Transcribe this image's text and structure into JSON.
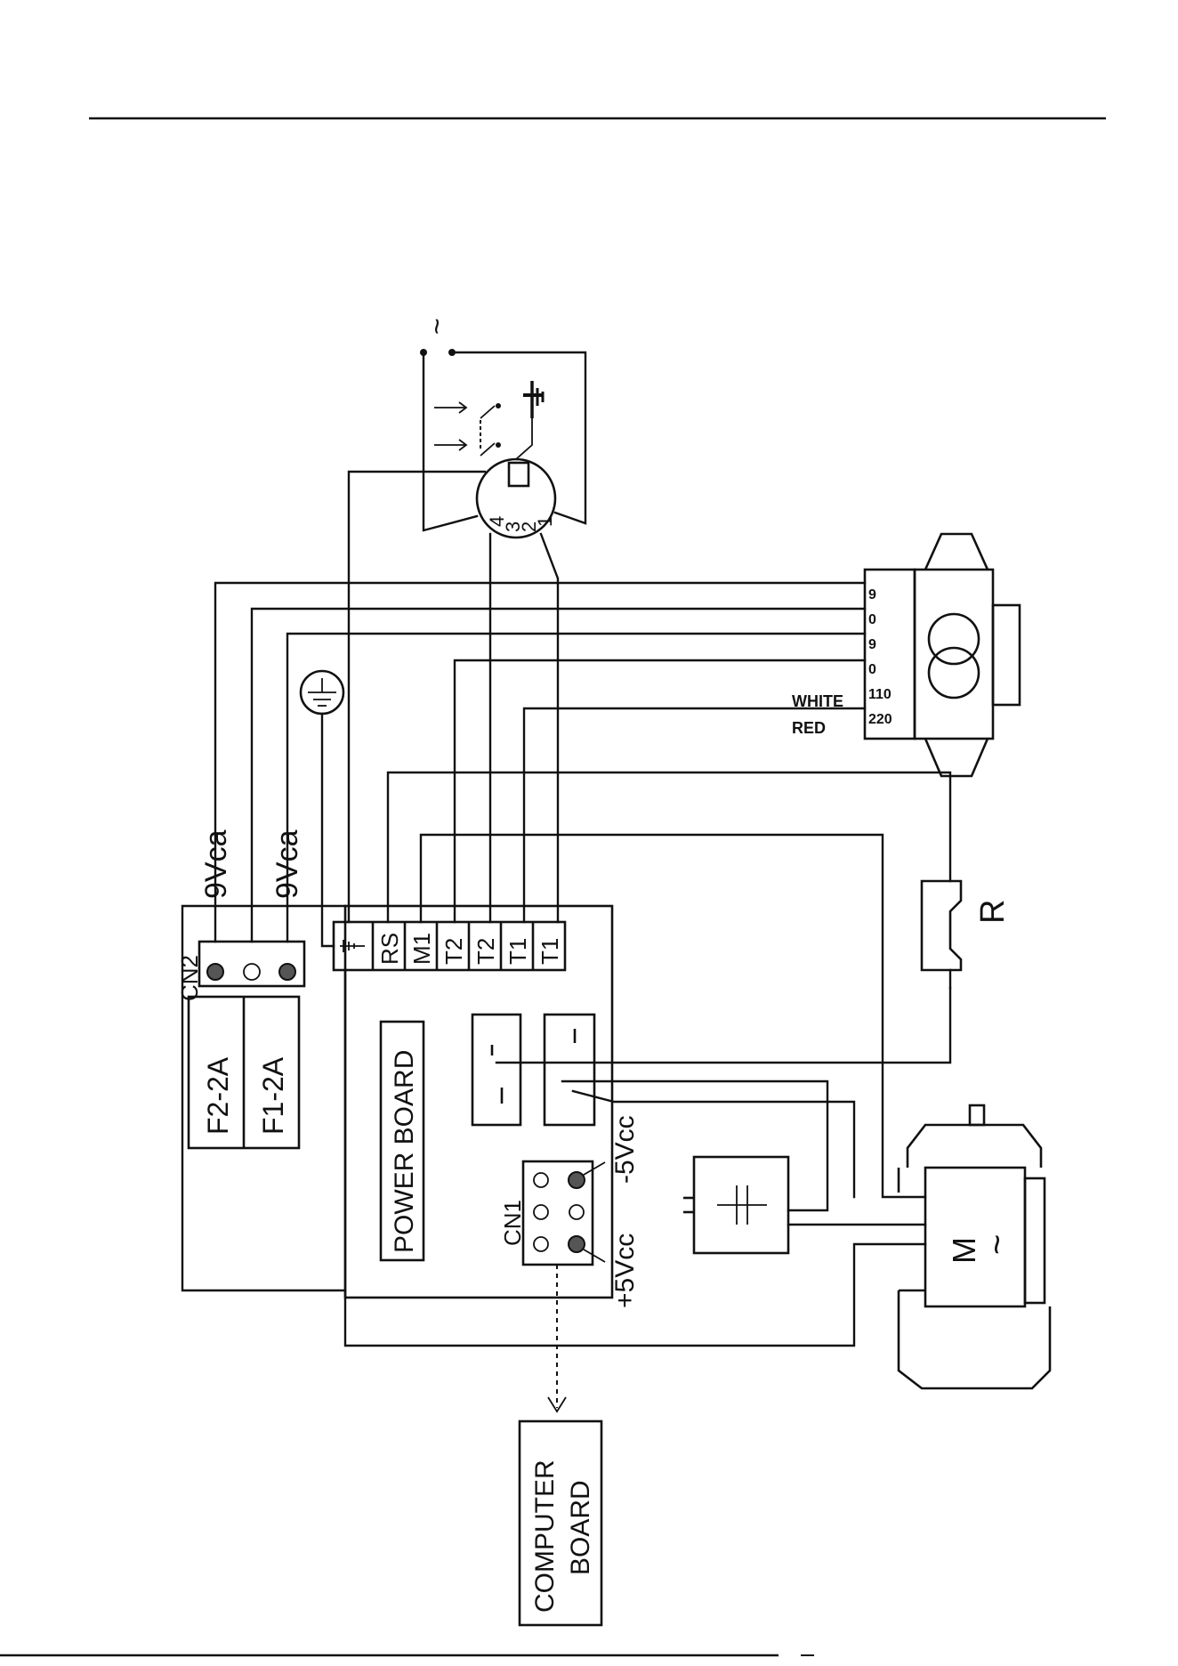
{
  "diagram": {
    "power_board_label": "POWER BOARD",
    "computer_board_label": "COMPUTER BOARD",
    "fuse_1": "F2-2A",
    "fuse_2": "F1-2A",
    "cn2_label": "CN2",
    "cn1_label": "CN1",
    "voltage_ac_1": "9Vca",
    "voltage_ac_2": "9Vca",
    "voltage_plus": "+5Vcc",
    "voltage_minus": "-5Vcc",
    "terminals": [
      "RS",
      "M1",
      "T2",
      "T2",
      "T1",
      "T1"
    ],
    "transformer_taps": [
      "9",
      "0",
      "9",
      "0",
      "110",
      "220"
    ],
    "wire_white": "WHITE",
    "wire_red": "RED",
    "resistor_label": "R",
    "motor_label": "M",
    "switch_pins": [
      "4",
      "3",
      "2",
      "1"
    ],
    "ac_symbol": "~"
  }
}
